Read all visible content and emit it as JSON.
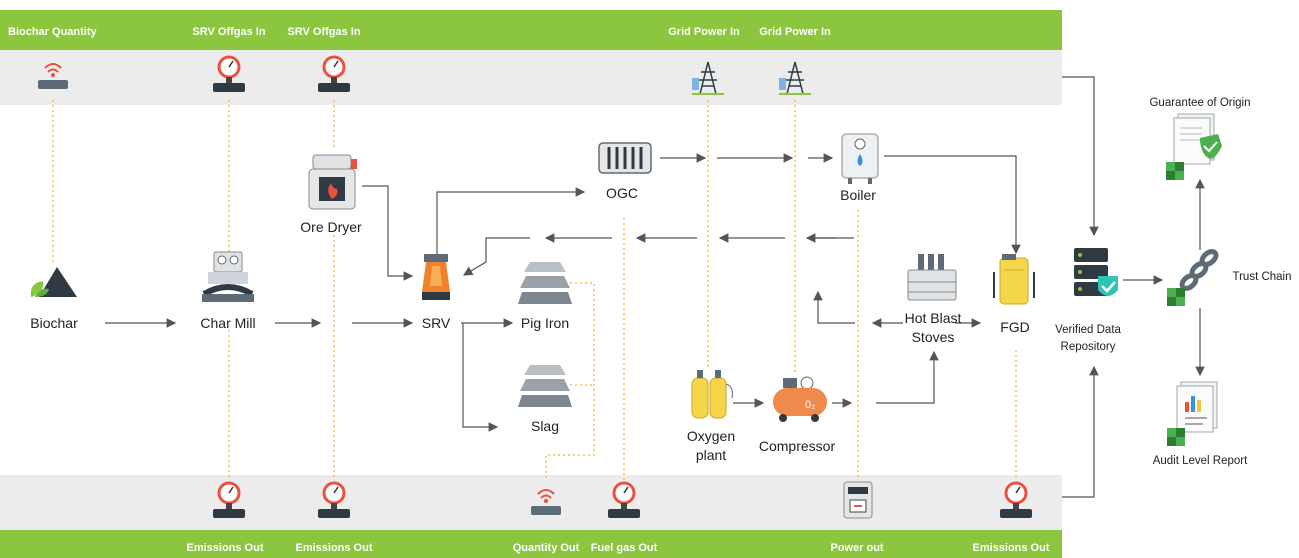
{
  "top_labels": {
    "biochar_quantity": "Biochar Quantity",
    "srv_offgas_in_1": "SRV Offgas In",
    "srv_offgas_in_2": "SRV Offgas In",
    "grid_power_in_1": "Grid Power In",
    "grid_power_in_2": "Grid Power In"
  },
  "bottom_labels": {
    "emissions_out_1": "Emissions Out",
    "emissions_out_2": "Emissions Out",
    "quantity_out": "Quantity Out",
    "fuel_gas_out": "Fuel gas Out",
    "power_out": "Power out",
    "emissions_out_3": "Emissions Out"
  },
  "process_nodes": {
    "biochar": "Biochar",
    "char_mill": "Char Mill",
    "ore_dryer": "Ore Dryer",
    "srv": "SRV",
    "ogc": "OGC",
    "pig_iron": "Pig Iron",
    "slag": "Slag",
    "boiler": "Boiler",
    "oxygen_plant_line1": "Oxygen",
    "oxygen_plant_line2": "plant",
    "compressor": "Compressor",
    "hot_blast_line1": "Hot Blast",
    "hot_blast_line2": "Stoves",
    "fgd": "FGD",
    "o2_mark": "0₂"
  },
  "verification": {
    "repo_line1": "Verified Data",
    "repo_line2": "Repository",
    "guarantee_of_origin": "Guarantee of Origin",
    "trust_chain": "Trust Chain",
    "audit_level_report": "Audit Level Report"
  },
  "colors": {
    "band_green": "#8cc63f",
    "band_grey": "#ececec",
    "meter_red": "#e8523f",
    "dotted_line": "#f6c242",
    "arrow": "#555555",
    "block_green": "#4caf50"
  },
  "icons": {
    "quantity_sensor": "wireless-sensor-icon",
    "gas_meter": "pressure-gauge-valve-icon",
    "grid_power": "power-tower-icon",
    "power_meter": "electric-meter-icon"
  }
}
